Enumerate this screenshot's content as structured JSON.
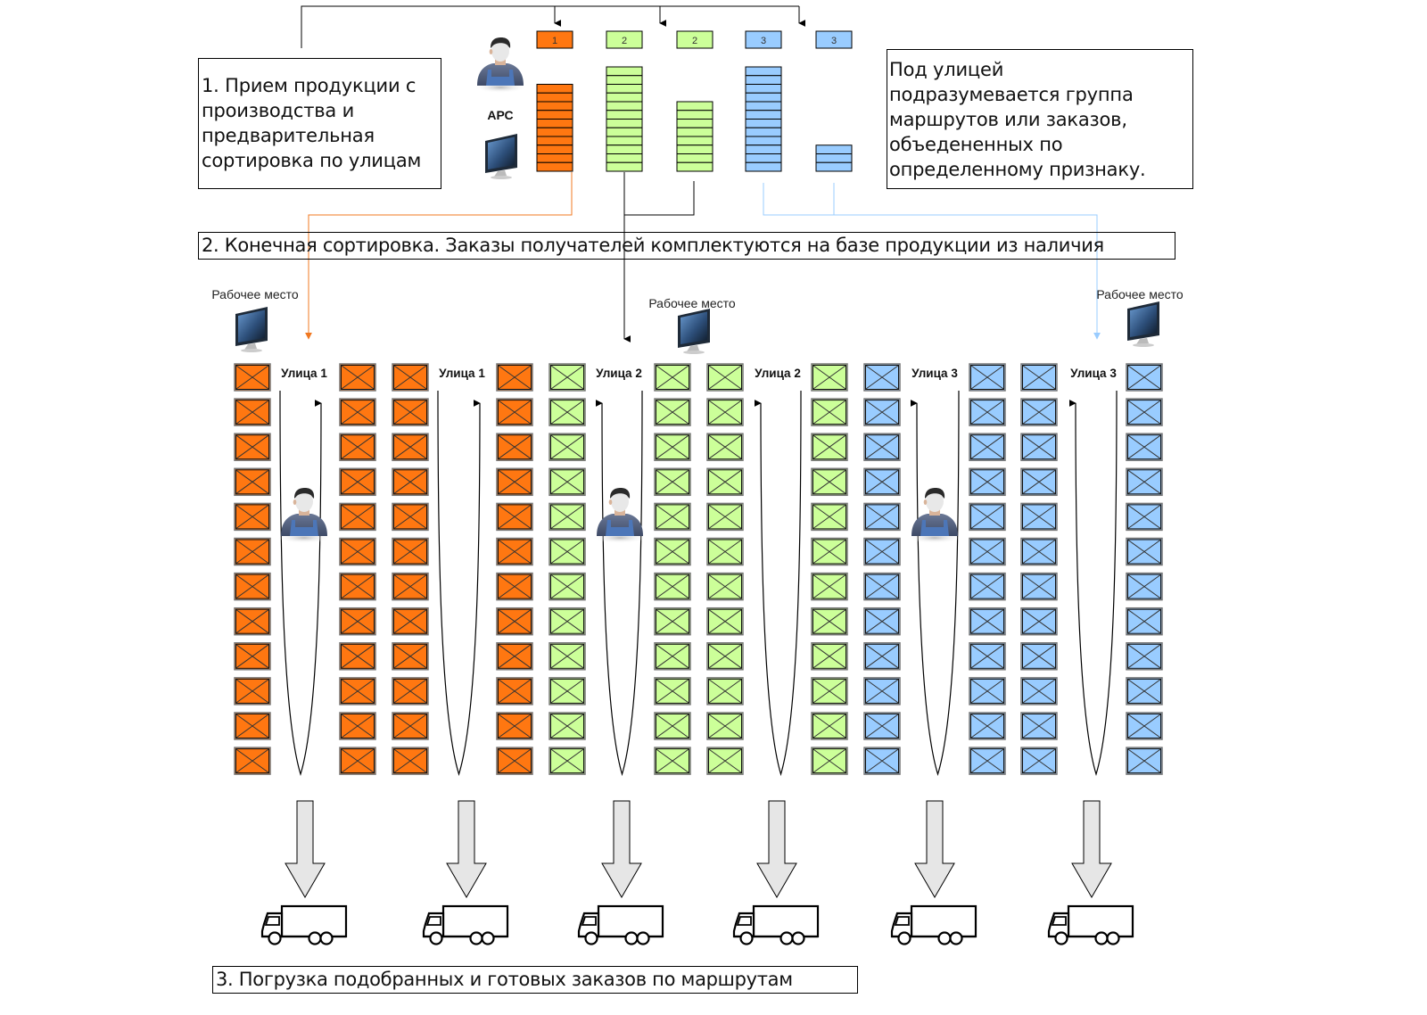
{
  "title_boxes": {
    "step1": [
      "1. Прием продукции с",
      "производства и",
      "предварительная",
      "сортировка по улицам"
    ],
    "note": [
      "Под улицей",
      "подразумевается группа",
      "маршрутов или заказов,",
      "объедененных по",
      "определенному признаку."
    ],
    "step2": "2. Конечная сортировка. Заказы получателей комплектуются на базе продукции из наличия",
    "step3": "3. Погрузка подобранных и готовых заказов по маршрутам"
  },
  "operator": {
    "label": "АРС",
    "icons": [
      "worker-icon",
      "monitor-icon"
    ]
  },
  "colors": {
    "street1": "#ff7711",
    "street2": "#ccff99",
    "street3": "#99ccff",
    "line_orange": "#f07820",
    "line_blue": "#99ccff",
    "arrow_fill": "#e6e6e6"
  },
  "buffers": [
    {
      "street": 1,
      "label": "1",
      "rows": 10
    },
    {
      "street": 2,
      "label": "2",
      "rows": 12
    },
    {
      "street": 2,
      "label": "2",
      "rows": 8
    },
    {
      "street": 3,
      "label": "3",
      "rows": 12
    },
    {
      "street": 3,
      "label": "3",
      "rows": 3
    }
  ],
  "workplaces": [
    {
      "label": "Рабочее место"
    },
    {
      "label": "Рабочее место"
    },
    {
      "label": "Рабочее место"
    }
  ],
  "aisles": [
    {
      "label": "Улица 1",
      "street": 1
    },
    {
      "label": "Улица 1",
      "street": 1
    },
    {
      "label": "Улица 2",
      "street": 2
    },
    {
      "label": "Улица 2",
      "street": 2
    },
    {
      "label": "Улица 3",
      "street": 3
    },
    {
      "label": "Улица 3",
      "street": 3
    }
  ],
  "rack_rows": 12,
  "trucks": 6
}
